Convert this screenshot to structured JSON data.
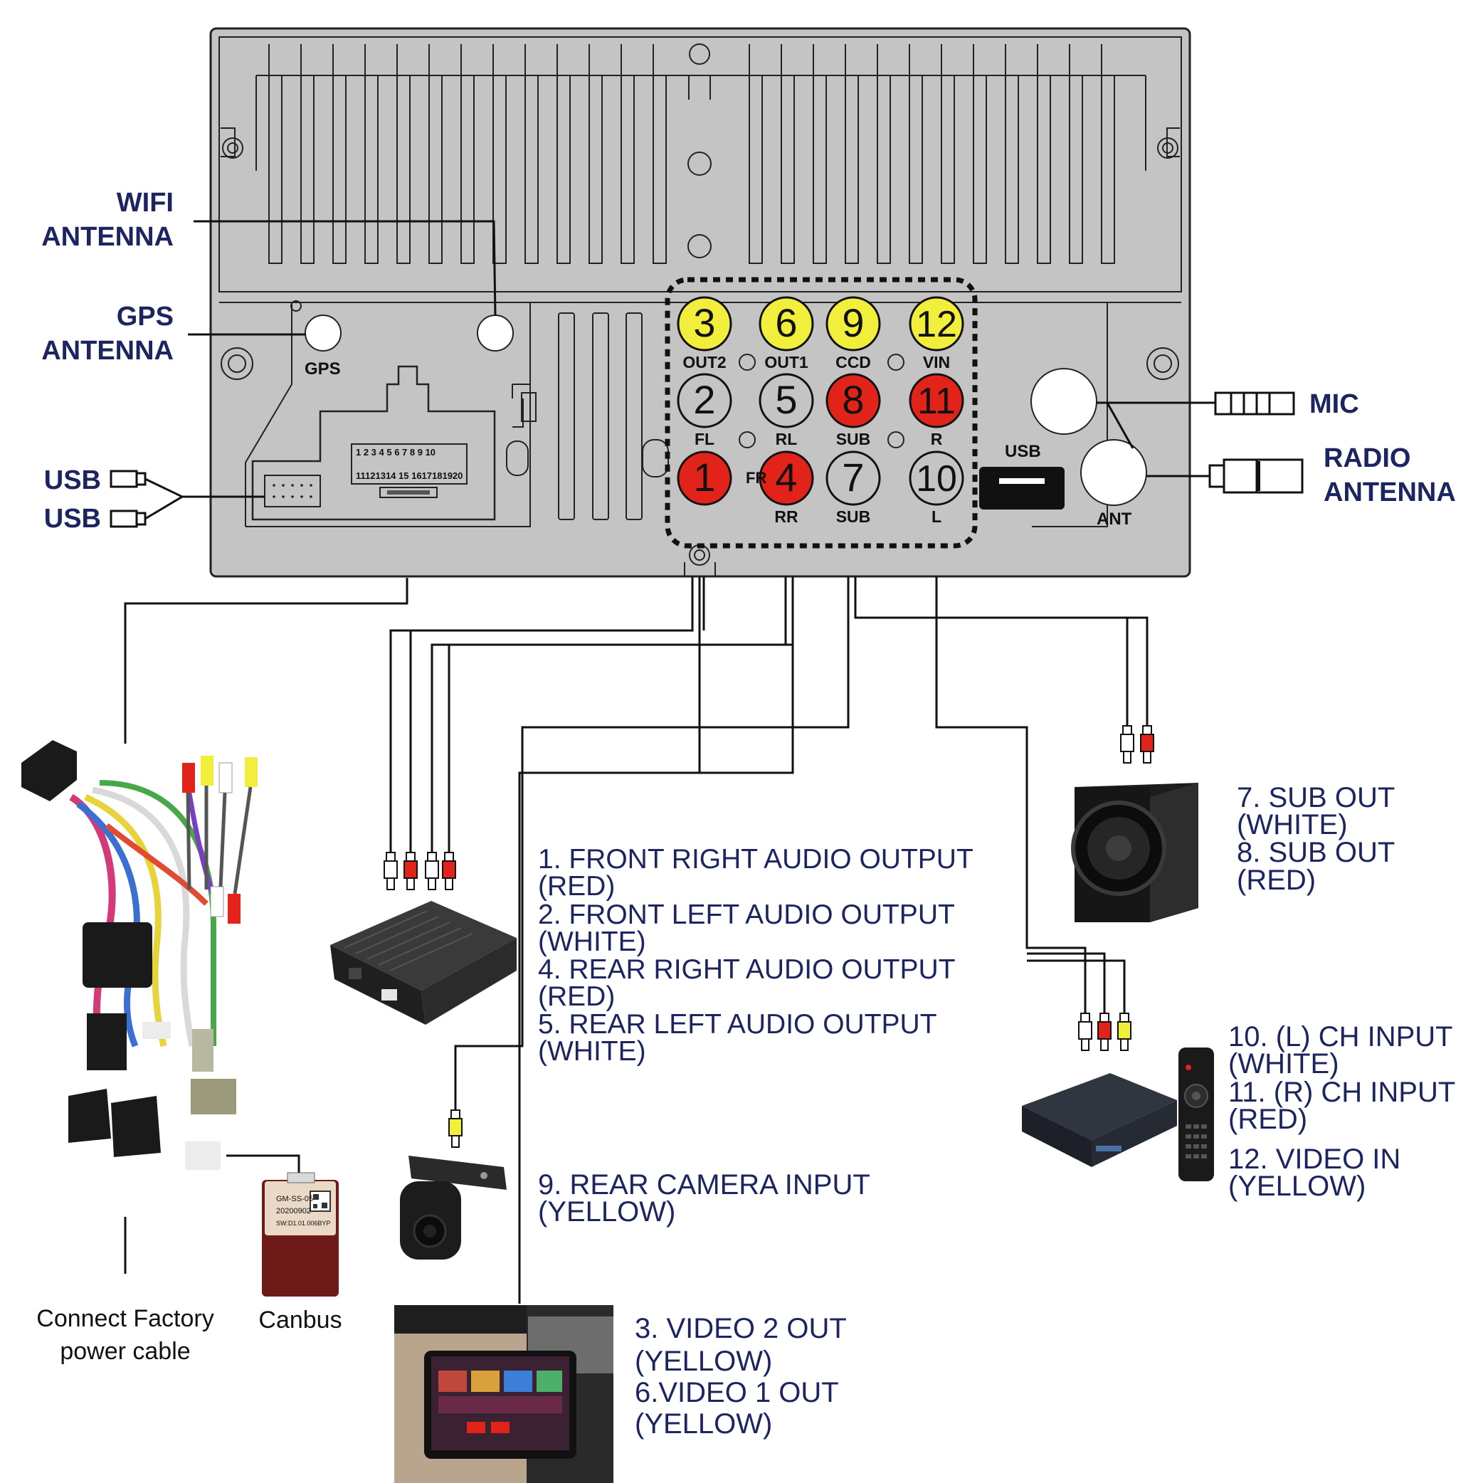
{
  "labels": {
    "wifi_l1": "WIFI",
    "wifi_l2": "ANTENNA",
    "gps_l1": "GPS",
    "gps_l2": "ANTENNA",
    "gps_port": "GPS",
    "usb_1": "USB",
    "usb_2": "USB",
    "mic": "MIC",
    "radio_l1": "RADIO",
    "radio_l2": "ANTENNA",
    "usb_port": "USB",
    "ant": "ANT",
    "fr": "FR"
  },
  "pin_numbers_top": "1 2 3 4 5   6 7 8 9 10",
  "pin_numbers_bottom": "11121314 15  1617181920",
  "jacks": [
    {
      "num": "3",
      "label": "OUT2",
      "color": "#f2ee3c"
    },
    {
      "num": "6",
      "label": "OUT1",
      "color": "#f2ee3c"
    },
    {
      "num": "9",
      "label": "CCD",
      "color": "#f2ee3c"
    },
    {
      "num": "12",
      "label": "VIN",
      "color": "#f2ee3c"
    },
    {
      "num": "2",
      "label": "FL",
      "color": "#c4c4c4"
    },
    {
      "num": "5",
      "label": "RL",
      "color": "#c4c4c4"
    },
    {
      "num": "8",
      "label": "SUB",
      "color": "#e2231a"
    },
    {
      "num": "11",
      "label": "R",
      "color": "#e2231a"
    },
    {
      "num": "1",
      "label": "",
      "color": "#e2231a"
    },
    {
      "num": "4",
      "label": "RR",
      "color": "#e2231a"
    },
    {
      "num": "7",
      "label": "SUB",
      "color": "#c4c4c4"
    },
    {
      "num": "10",
      "label": "L",
      "color": "#c4c4c4"
    }
  ],
  "descriptions": {
    "amp": [
      "1. FRONT RIGHT AUDIO OUTPUT",
      "(RED)",
      "2. FRONT LEFT AUDIO OUTPUT",
      "(WHITE)",
      "4. REAR RIGHT AUDIO OUTPUT",
      "(RED)",
      "5. REAR LEFT AUDIO OUTPUT",
      "(WHITE)"
    ],
    "sub": [
      "7. SUB OUT",
      "(WHITE)",
      "8. SUB OUT",
      "(RED)"
    ],
    "box": [
      "10. (L) CH INPUT",
      "(WHITE)",
      "11. (R) CH INPUT",
      "(RED)",
      "12. VIDEO IN",
      "(YELLOW)"
    ],
    "camera": [
      "9. REAR CAMERA INPUT",
      "(YELLOW)"
    ],
    "video": [
      "3. VIDEO 2 OUT",
      "(YELLOW)",
      "6.VIDEO 1 OUT",
      "(YELLOW)"
    ]
  },
  "captions": {
    "factory_l1": "Connect Factory",
    "factory_l2": "power cable",
    "canbus": "Canbus"
  },
  "canbus_module_text": [
    "GM-SS-05",
    "20200902",
    "SW:D1.01.006BYP"
  ],
  "colors": {
    "label_navy": "#1d2560",
    "panel_gray": "#c4c4c4",
    "rca_red": "#e2231a",
    "rca_yellow": "#f2ee3c",
    "rca_white": "#ffffff"
  }
}
